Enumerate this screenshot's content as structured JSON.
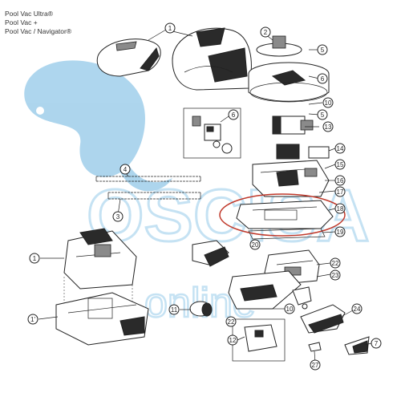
{
  "titles": [
    "Pool Vac Ultra®",
    "Pool Vac +",
    "Pool Vac / Navigator®"
  ],
  "watermark": {
    "brand_text": "OSCISA",
    "sub_text": "online",
    "color": "#5aa7d8"
  },
  "highlight_color": "#c0392b",
  "callouts": [
    {
      "id": "c1a",
      "label": "1"
    },
    {
      "id": "c2",
      "label": "2"
    },
    {
      "id": "c5a",
      "label": "5"
    },
    {
      "id": "c6a",
      "label": "6"
    },
    {
      "id": "c10a",
      "label": "10"
    },
    {
      "id": "c5b",
      "label": "5"
    },
    {
      "id": "c13",
      "label": "13"
    },
    {
      "id": "c6b",
      "label": "6"
    },
    {
      "id": "c14",
      "label": "14"
    },
    {
      "id": "c15",
      "label": "15"
    },
    {
      "id": "c16",
      "label": "16"
    },
    {
      "id": "c17",
      "label": "17"
    },
    {
      "id": "c4",
      "label": "4"
    },
    {
      "id": "c3",
      "label": "3"
    },
    {
      "id": "c18",
      "label": "18"
    },
    {
      "id": "c19",
      "label": "19"
    },
    {
      "id": "c20",
      "label": "20"
    },
    {
      "id": "c1b",
      "label": "1"
    },
    {
      "id": "c1c",
      "label": "1'"
    },
    {
      "id": "c22",
      "label": "22"
    },
    {
      "id": "c23",
      "label": "23"
    },
    {
      "id": "c11",
      "label": "11"
    },
    {
      "id": "c10b",
      "label": "10"
    },
    {
      "id": "c22b",
      "label": "22"
    },
    {
      "id": "c12",
      "label": "12"
    },
    {
      "id": "c24",
      "label": "24"
    },
    {
      "id": "c7",
      "label": "7"
    },
    {
      "id": "c27",
      "label": "27"
    }
  ]
}
